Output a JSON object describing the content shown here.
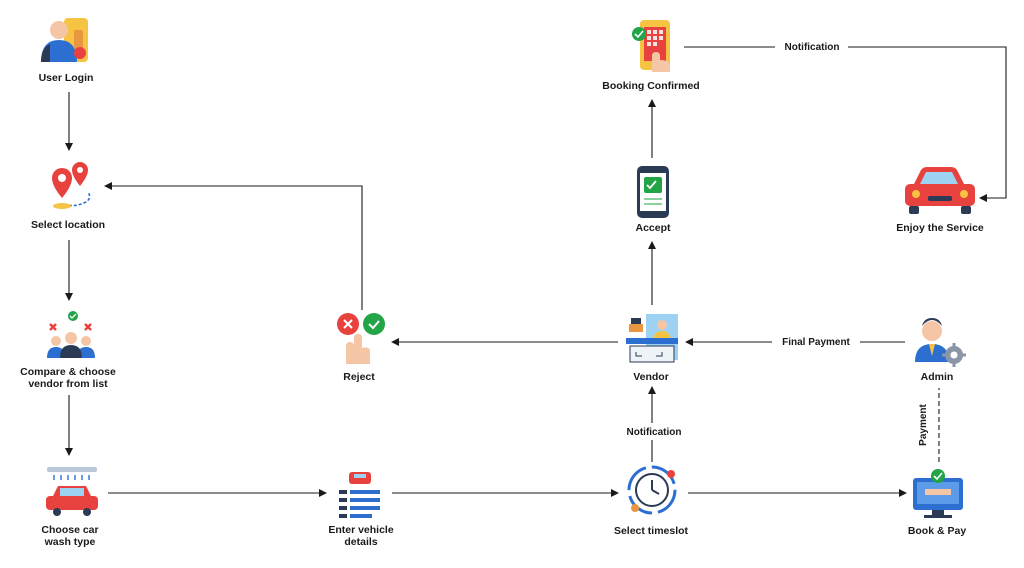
{
  "nodes": {
    "user_login": {
      "label": "User Login",
      "icon": "user-key-icon"
    },
    "select_location": {
      "label": "Select location",
      "icon": "map-pins-icon"
    },
    "compare_vendor": {
      "label_lines": [
        "Compare & choose",
        "vendor from list"
      ],
      "icon": "compare-people-icon"
    },
    "choose_wash": {
      "label_lines": [
        "Choose car",
        "wash type"
      ],
      "icon": "car-wash-icon"
    },
    "vehicle_details": {
      "label_lines": [
        "Enter vehicle",
        "details"
      ],
      "icon": "vehicle-form-icon"
    },
    "select_timeslot": {
      "label": "Select timeslot",
      "icon": "clock-icon"
    },
    "book_pay": {
      "label": "Book & Pay",
      "icon": "monitor-check-icon"
    },
    "admin": {
      "label": "Admin",
      "icon": "admin-gear-icon"
    },
    "vendor": {
      "label": "Vendor",
      "icon": "vendor-shop-icon"
    },
    "reject": {
      "label": "Reject",
      "icon": "reject-hand-icon"
    },
    "accept": {
      "label": "Accept",
      "icon": "phone-check-icon"
    },
    "booking_confirmed": {
      "label": "Booking Confirmed",
      "icon": "phone-tap-icon"
    },
    "enjoy": {
      "label": "Enjoy the Service",
      "icon": "red-car-icon"
    }
  },
  "edges": {
    "notification_top": "Notification",
    "final_payment": "Final Payment",
    "payment": "Payment",
    "notification_mid": "Notification"
  },
  "colors": {
    "line": "#1a1a1a",
    "red": "#e8423f",
    "blue": "#2d6fd1",
    "navy": "#2b3a55",
    "green": "#22a447",
    "yellow": "#f6c343",
    "skin": "#f5c6a5"
  }
}
